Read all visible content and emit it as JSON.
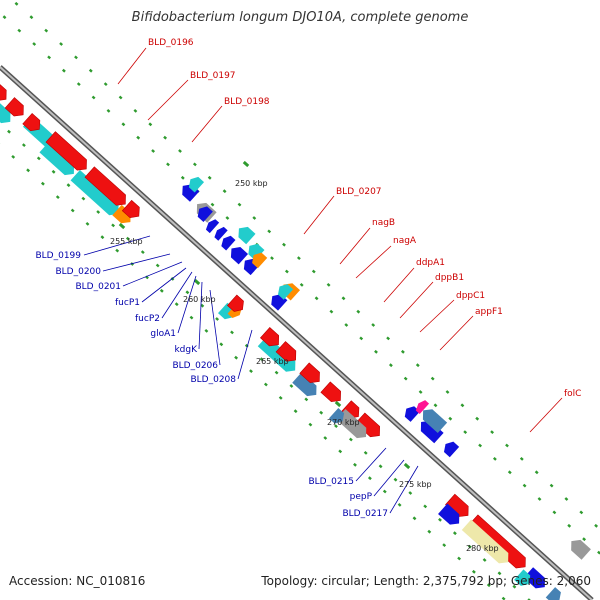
{
  "title": "Bifidobacterium longum DJO10A, complete genome",
  "footer": {
    "accession": "Accession: NC_010816",
    "summary": "Topology: circular; Length: 2,375,792 bp; Genes: 2,060"
  },
  "colors": {
    "backbone": "#8c8c8c",
    "tick": "#2f9b2f",
    "forward_label": "#cc0000",
    "reverse_label": "#0000aa",
    "cds": "#ee1111",
    "cds_dark": "#bb0000",
    "trna": "#ff8c00",
    "ncrna": "#22cccc",
    "blue_gene": "#1010dd",
    "grey_gene": "#999999",
    "pale_gene": "#eee8aa",
    "steel_gene": "#4682b4",
    "pink_gene": "#ff1493"
  },
  "scale_labels": [
    "250 kbp",
    "255 kbp",
    "260 kbp",
    "265 kbp",
    "270 kbp",
    "275 kbp",
    "280 kbp"
  ],
  "forward_labels": [
    "BLD_0196",
    "BLD_0197",
    "BLD_0198",
    "BLD_0207",
    "nagB",
    "nagA",
    "ddpA1",
    "dppB1",
    "dppC1",
    "appF1",
    "folC"
  ],
  "reverse_labels": [
    "BLD_0199",
    "BLD_0200",
    "BLD_0201",
    "fucP1",
    "fucP2",
    "gloA1",
    "kdgK",
    "BLD_0206",
    "BLD_0208",
    "BLD_0215",
    "pepP",
    "BLD_0217"
  ]
}
